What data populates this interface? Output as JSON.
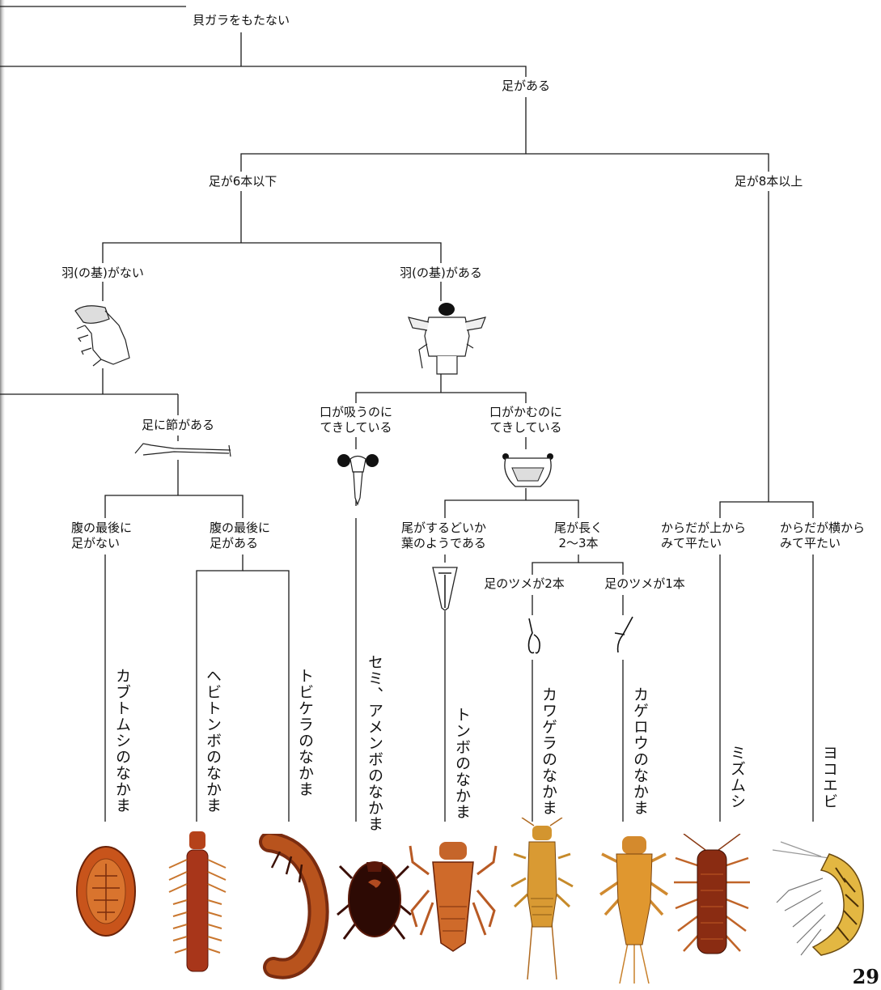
{
  "diagram": {
    "root": "貝ガラをもたない",
    "has_legs": "足がある",
    "legs_6_or_less": "足が6本以下",
    "legs_8_or_more": "足が8本以上",
    "no_wing_buds": "羽(の基)がない",
    "has_wing_buds": "羽(の基)がある",
    "jointed_legs": "足に節がある",
    "mouth_sucking": [
      "口が吸うのに",
      "てきしている"
    ],
    "mouth_chewing": [
      "口がかむのに",
      "てきしている"
    ],
    "abdomen_no_legs": [
      "腹の最後に",
      "足がない"
    ],
    "abdomen_has_legs": [
      "腹の最後に",
      "足がある"
    ],
    "tail_leaf": [
      "尾がするどいか",
      "葉のようである"
    ],
    "tail_long": [
      "尾が長く",
      "2〜3本"
    ],
    "claws_two": "足のツメが2本",
    "claws_one": "足のツメが1本",
    "flat_top": [
      "からだが上から",
      "みて平たい"
    ],
    "flat_side": [
      "からだが横から",
      "みて平たい"
    ]
  },
  "groups": [
    "カブトムシのなかま",
    "ヘビトンボのなかま",
    "トビケラのなかま",
    "セミ、アメンボのなかま",
    "トンボのなかま",
    "カワゲラのなかま",
    "カゲロウのなかま",
    "ミズムシ",
    "ヨコエビ"
  ],
  "page_number": "29",
  "colors": {
    "line": "#1a1a1a",
    "insect_orange": "#c2561c",
    "insect_dark": "#4a150c",
    "insect_amber": "#d98a2b"
  }
}
